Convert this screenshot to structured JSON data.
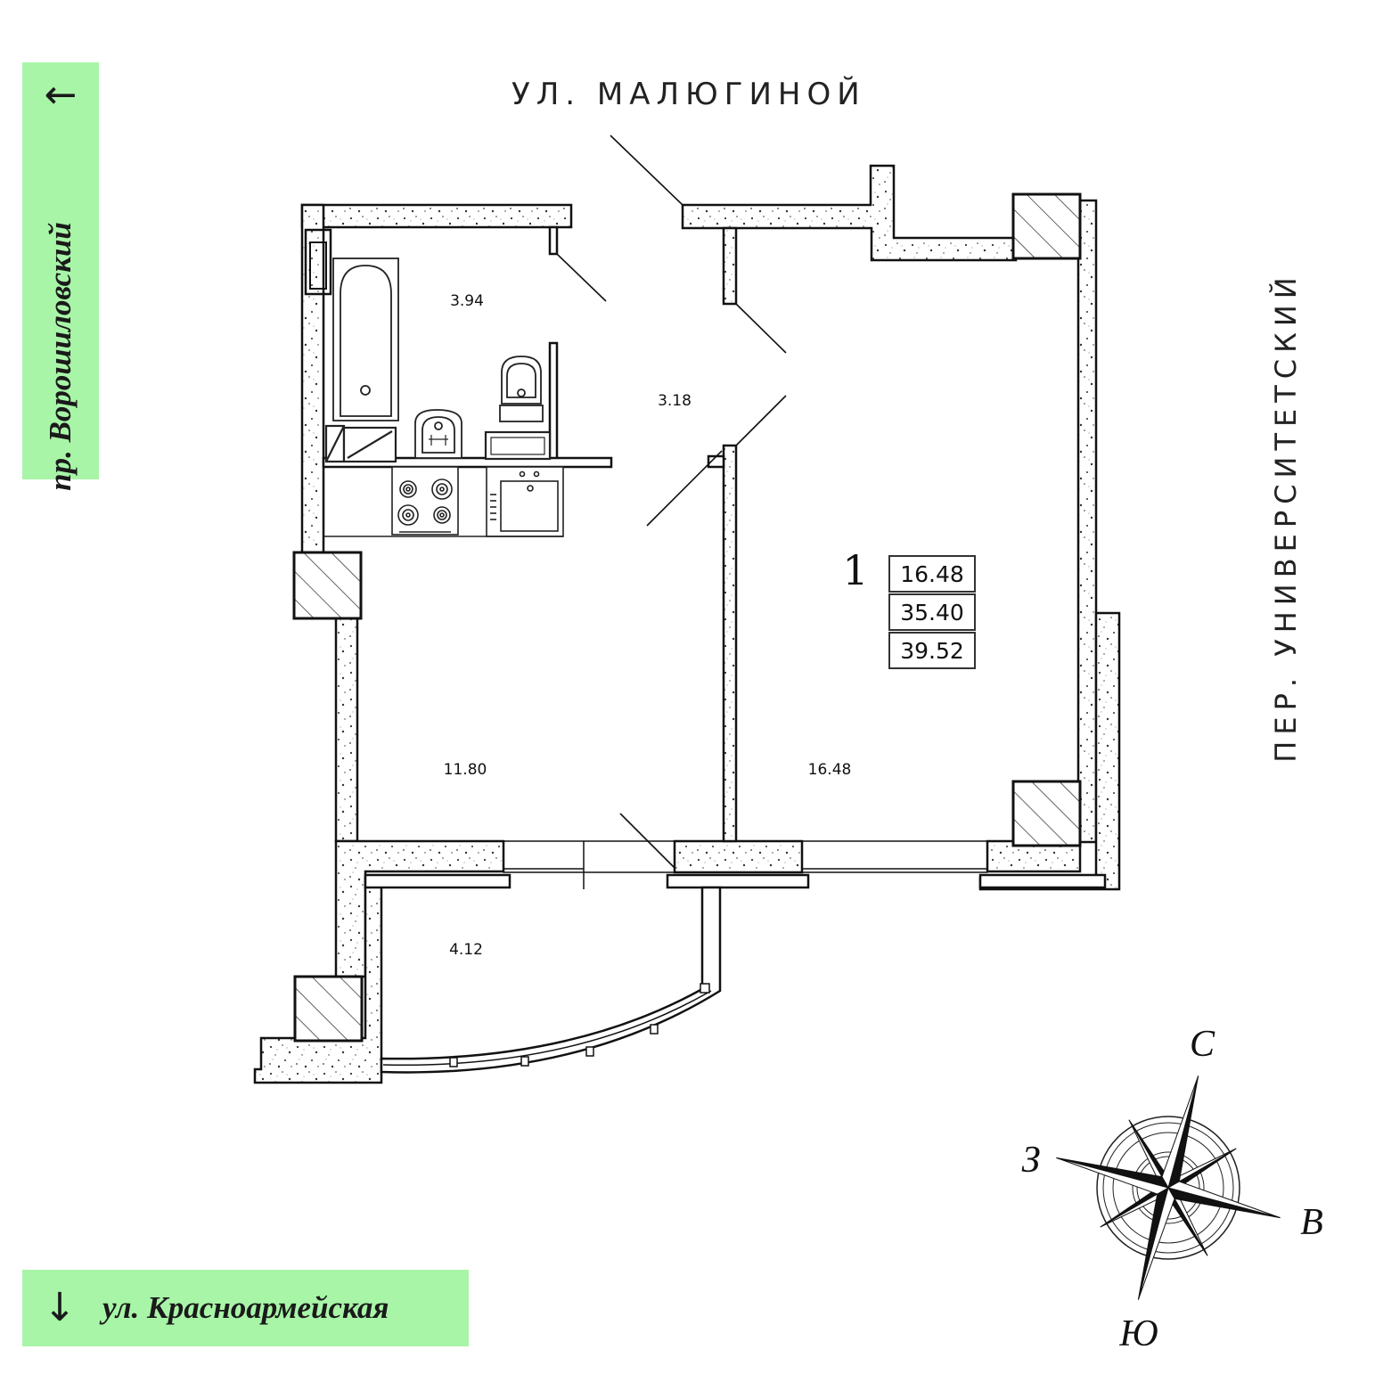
{
  "streets": {
    "top": "УЛ. МАЛЮГИНОЙ",
    "right": "ПЕР. УНИВЕРСИТЕТСКИЙ",
    "left_tag": {
      "label": "пр. Ворошиловский",
      "arrow": "←"
    },
    "bottom_tag": {
      "label": "ул. Красноармейская",
      "arrow": "↓"
    }
  },
  "rooms": {
    "bathroom": "3.94",
    "hallway": "3.18",
    "kitchen": "11.80",
    "living_room": "16.48",
    "balcony": "4.12"
  },
  "apartment": {
    "rooms_count": "1",
    "living_area": "16.48",
    "total_area": "35.40",
    "area_with_balcony": "39.52"
  },
  "compass": {
    "north": "С",
    "east": "В",
    "south": "Ю",
    "west": "З"
  },
  "colors": {
    "tag_background": "#a8f5a8",
    "wall_fill": "#ffffff",
    "line": "#111111"
  },
  "icons": [
    "bathtub-icon",
    "sink-icon",
    "toilet-icon",
    "stove-icon",
    "kitchen-sink-icon",
    "compass-rose-icon"
  ]
}
